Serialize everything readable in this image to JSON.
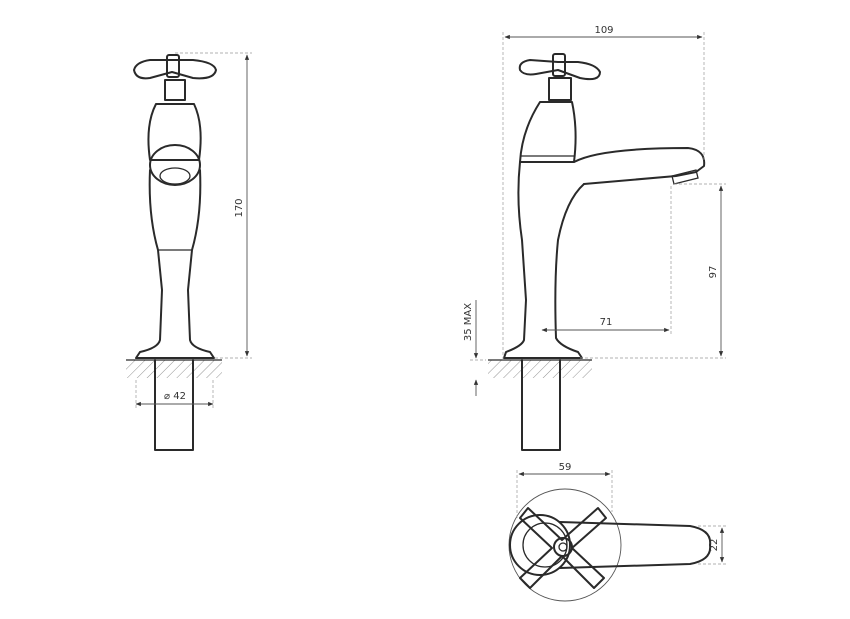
{
  "dimensions": {
    "overall_width": "109",
    "overall_height": "170",
    "spout_height": "97",
    "spout_reach": "71",
    "max_thickness": "35 MAX",
    "base_diameter": "⌀ 42",
    "handle_span": "59",
    "handle_depth": "22"
  },
  "colors": {
    "line": "#2a2a2a",
    "dimension": "#555555",
    "background": "#ffffff"
  }
}
